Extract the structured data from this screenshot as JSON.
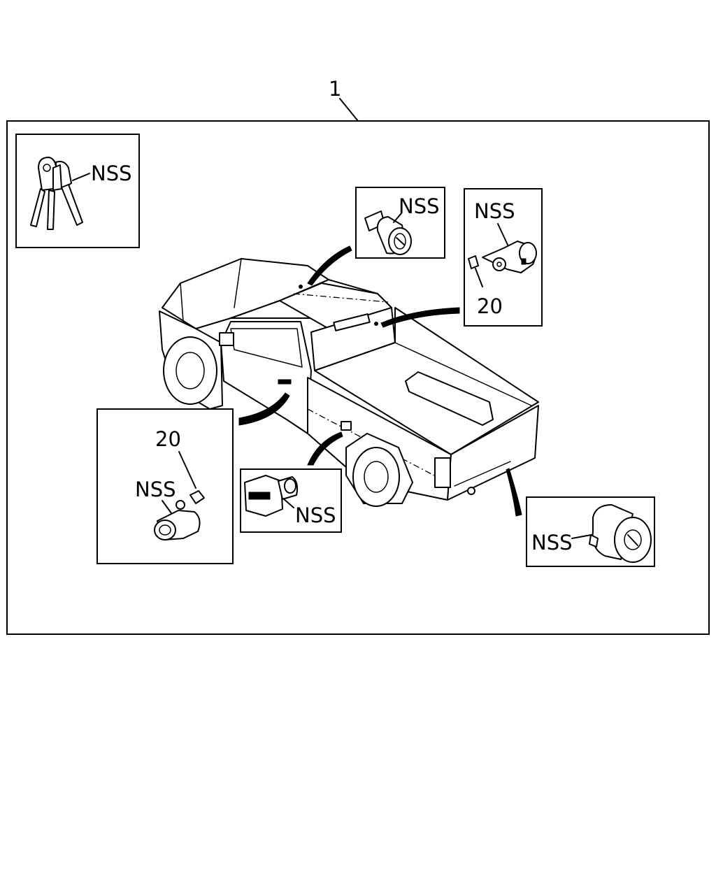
{
  "assembly": {
    "ref": "1"
  },
  "labels": {
    "keys": "NSS",
    "ignition": "NSS",
    "rear_window": "NSS",
    "rear_window_ref": "20",
    "driver_door": "NSS",
    "driver_door_ref": "20",
    "fuel_door": "NSS",
    "tailgate": "NSS"
  },
  "icons": [
    "key-set-icon",
    "ignition-cylinder-icon",
    "lock-cylinder-icon",
    "pickup-truck-icon"
  ]
}
